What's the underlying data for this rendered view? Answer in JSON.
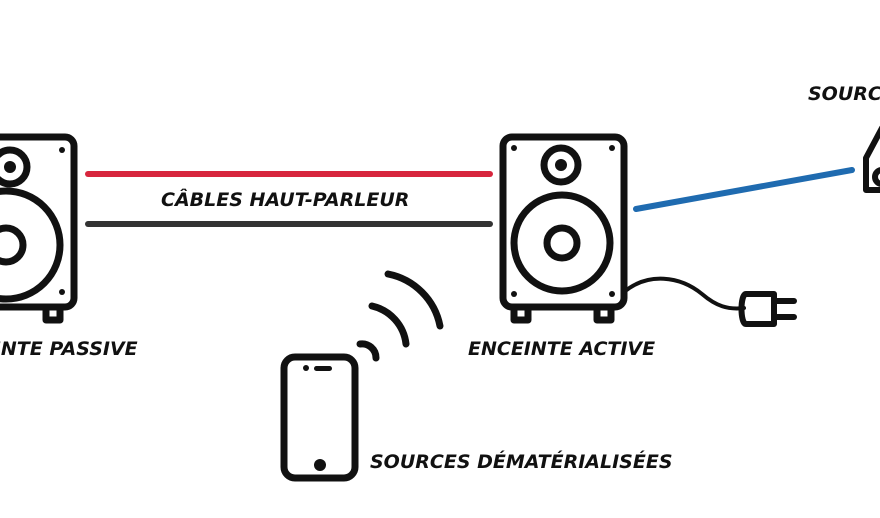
{
  "labels": {
    "passive_speaker": "ENCEINTE PASSIVE",
    "active_speaker": "ENCEINTE ACTIVE",
    "speaker_cables": "CÂBLES HAUT-PARLEUR",
    "streaming_sources": "SOURCES DÉMATÉRIALISÉES",
    "source": "SOURCE"
  },
  "colors": {
    "outline": "#111111",
    "red_cable": "#d7263d",
    "black_cable": "#333333",
    "blue_cable": "#1f6bb0"
  },
  "icons": {
    "passive_speaker": "speaker-icon",
    "active_speaker": "speaker-icon",
    "phone": "smartphone-icon",
    "wireless": "wifi-waves-icon",
    "plug": "power-plug-icon",
    "source_device": "turntable-icon"
  }
}
